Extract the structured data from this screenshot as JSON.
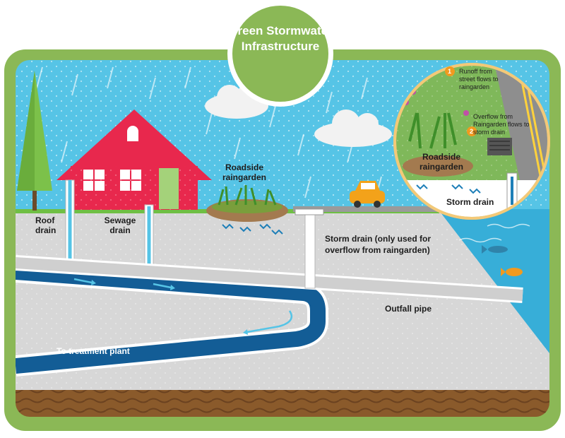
{
  "title": "Green Stormwater Infrastructure",
  "labels": {
    "roof_drain": "Roof drain",
    "sewage_drain": "Sewage drain",
    "roadside_raingarden": "Roadside raingarden",
    "storm_drain_note": "Storm drain (only used for overflow from raingarden)",
    "outfall_pipe": "Outfall pipe",
    "to_treatment_plant": "To treatment plant"
  },
  "inset": {
    "step_1_number": "1",
    "step_1_text": "Runoff from street flows to raingarden",
    "step_2_number": "2",
    "step_2_text": "Overflow from Raingarden flows to storm drain",
    "raingarden_label": "Roadside raingarden",
    "storm_drain_label": "Storm drain"
  },
  "colors": {
    "frame": "#8bb856",
    "sky": "#56c4e6",
    "house": "#e8284d",
    "ground": "#d5d5d5",
    "pipe": "#135d96",
    "soil": "#8a5a2b",
    "water": "#37aed8",
    "title_badge": "#8bb856"
  }
}
